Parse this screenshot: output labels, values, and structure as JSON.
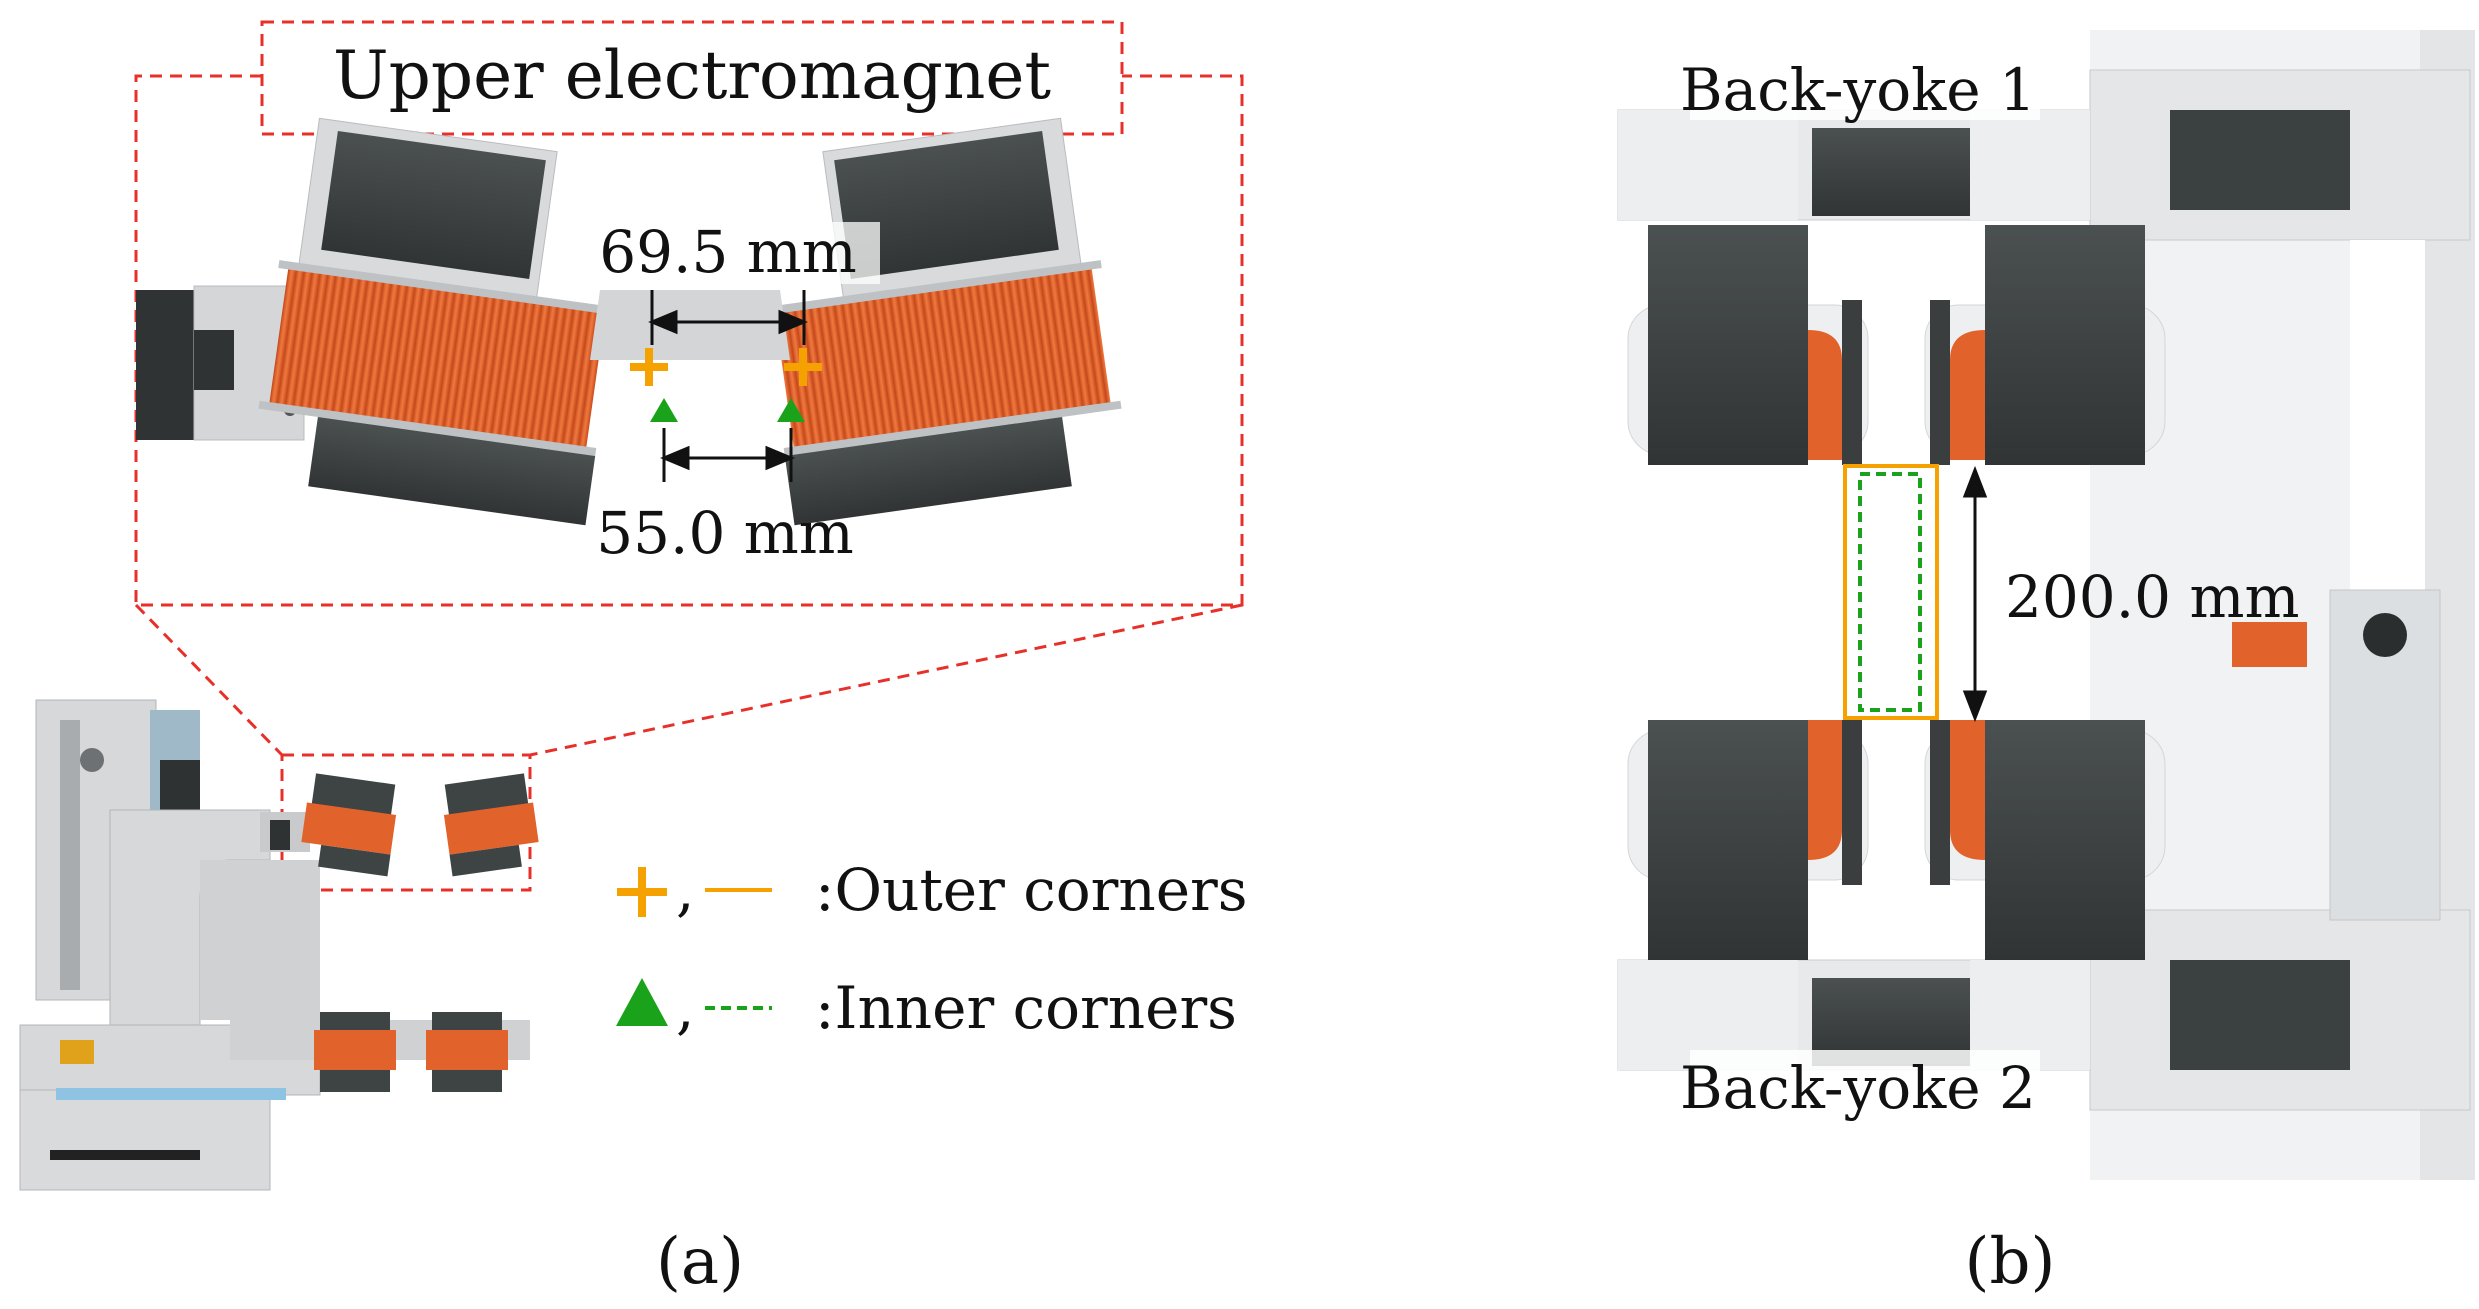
{
  "panel_a": {
    "title": "Upper electromagnet",
    "outer_dimension": "69.5 mm",
    "inner_dimension": "55.0 mm",
    "caption": "(a)",
    "legend": {
      "outer": {
        "markers": ",",
        "label": ":Outer corners",
        "color": "#f5a100"
      },
      "inner": {
        "markers": ",",
        "label": ":Inner corners",
        "color": "#1aa31a"
      }
    }
  },
  "panel_b": {
    "back_yoke_1": "Back-yoke 1",
    "back_yoke_2": "Back-yoke 2",
    "gap_dimension": "200.0 mm",
    "caption": "(b)"
  },
  "colors": {
    "zoom_outline": "#e8302a",
    "coil": "#e2622b",
    "core": "#3e4344",
    "frame": "#dfe1e3",
    "outer_box": "#f5a100",
    "inner_box": "#1aa31a"
  }
}
